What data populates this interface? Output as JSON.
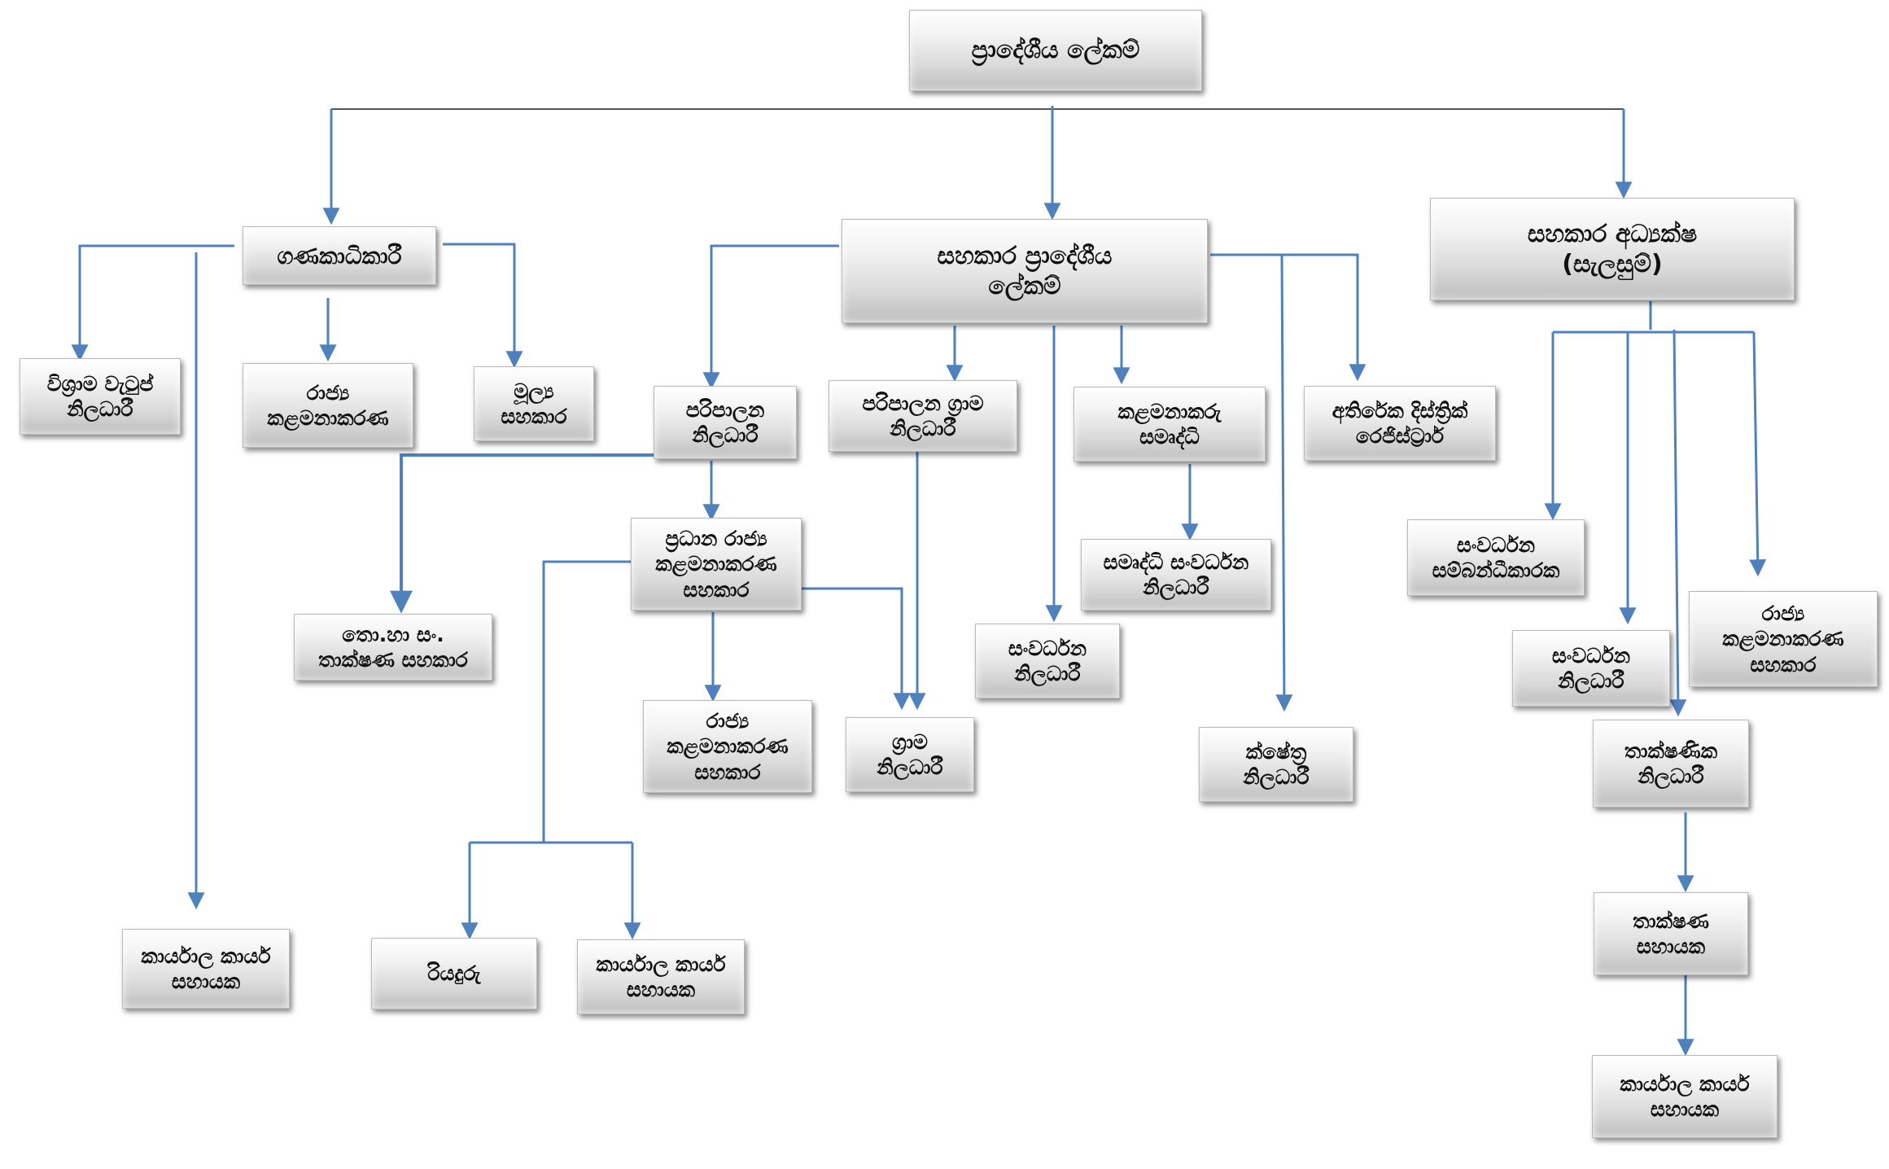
{
  "colors": {
    "connector": "#4f81bd",
    "top_connector": "#555555"
  },
  "nodes": {
    "divisional_secretary": "ප්‍රාදේශීය ලේකම්",
    "accountant": "ගණකාධිකාරී",
    "assistant_divisional_secretary": "සහකාර ප්‍රාදේශීය\nලේකම්",
    "assistant_director_planning": "සහකාර අධ්‍යක්ෂ\n(සැලසුම්)",
    "pension_officer": "විශ්‍රාම වැටුප්\nනිලධාරී",
    "mgmt_service_left": "රාජ්‍ය\nකළමනාකරණ",
    "basic_assistant": "මූල්‍ය\nසහකාර",
    "admin_officer": "පරිපාලන\nනිලධාරී",
    "admin_grama_officer": "පරිපාලන ග්‍රාම\nනිලධාරී",
    "samurdhi_manager": "කළමනාකරු\nසමෘද්ධි",
    "additional_district_registrar": "අතිරේක දිස්ත්‍රික්\nරෙජිස්ට්‍රාර්",
    "chief_mgmt_assistant": "ප්‍රධාන රාජ්‍ය\nකළමනාකරණ\nසහකාර",
    "it_assistant": "තො.හා සං.\nතාක්ෂණ සහකාර",
    "samurdhi_dev_officer": "සමෘද්ධි සංවර්ධන\nනිලධාරී",
    "dev_officer_mid": "සංවර්ධන\nනිලධාරී",
    "mgmt_assistant_mid": "රාජ්‍ය\nකළමනාකරණ\nසහකාර",
    "grama_officer": "ග්‍රාම\nනිලධාරී",
    "field_officer": "ක්ෂේත්‍ර\nනිලධාරී",
    "dev_coordinator": "සංවර්ධන\nසම්බන්ධීකාරක",
    "dev_officer_right": "සංවර්ධන\nනිලධාරී",
    "mgmt_assistant_right": "රාජ්‍ය\nකළමනාකරණ\nසහකාර",
    "technical_officer": "තාක්ෂණික\nනිලධාරී",
    "technical_assistant": "තාක්ෂණ\nසහායක",
    "office_assistant_right": "කාර්යාල කාර්ය\nසහායක",
    "office_assistant_left": "කාර්යාල කාර්ය\nසහායක",
    "driver": "රියදුරු",
    "office_assistant_mid": "කාර්යාල කාර්ය\nසහායක"
  }
}
